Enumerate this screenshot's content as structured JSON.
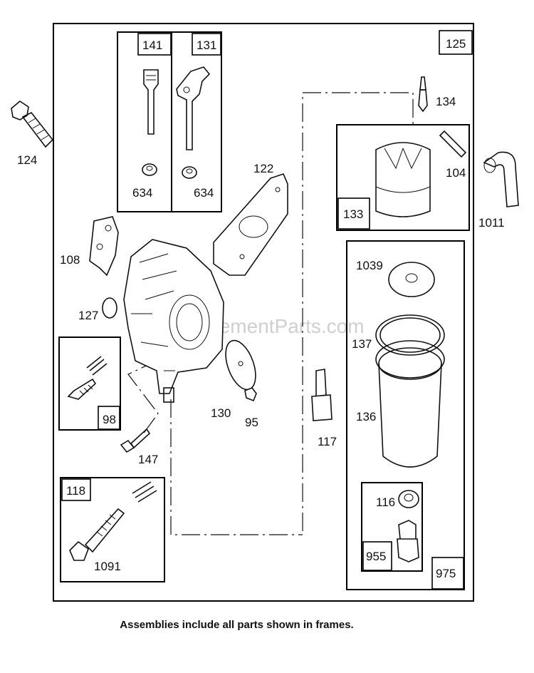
{
  "caption": "Assemblies include all parts shown in frames.",
  "watermark": "eReplacementParts.com",
  "assemblies": {
    "main": "125",
    "a141": "141",
    "a131": "131",
    "a133": "133",
    "a98": "98",
    "a118": "118",
    "a975": "975",
    "a955": "955"
  },
  "parts": {
    "p124": "124",
    "p634a": "634",
    "p634b": "634",
    "p122": "122",
    "p134": "134",
    "p104": "104",
    "p1011": "1011",
    "p108": "108",
    "p127": "127",
    "p1039": "1039",
    "p137": "137",
    "p130": "130",
    "p95": "95",
    "p117": "117",
    "p136": "136",
    "p147": "147",
    "p116": "116",
    "p1091": "1091"
  }
}
